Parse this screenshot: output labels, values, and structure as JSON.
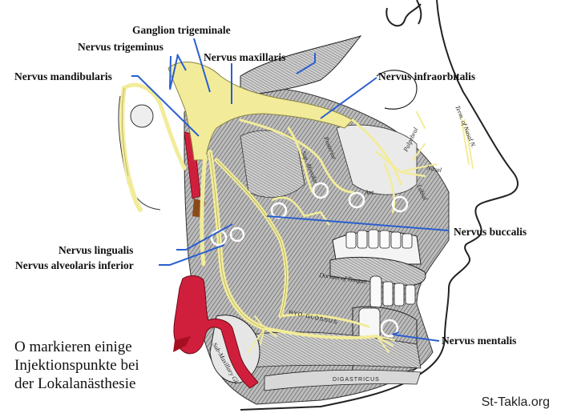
{
  "labels": {
    "ganglion_trigeminale": "Ganglion trigeminale",
    "nervus_trigeminus": "Nervus trigeminus",
    "nervus_maxillaris": "Nervus maxillaris",
    "nervus_mandibularis": "Nervus mandibularis",
    "nervus_infraorbitalis": "Nervus infraorbitalis",
    "nervus_buccalis": "Nervus buccalis",
    "nervus_lingualis": "Nervus  lingualis",
    "nervus_alveolaris_inferior": "Nervus alveolaris inferior",
    "nervus_mentalis": "Nervus mentalis"
  },
  "engraving_labels": {
    "dorsum": "Dorsum of Tongue.",
    "hyo_glossus": "HYO-GLOSSUS",
    "digastricus": "DIGASTRICUS",
    "sub_maxillary": "Sub-Maxillary Gl.",
    "posterior": "Posterior",
    "sup_alveolar": "Sup. Alveolar",
    "palpebral": "Palpebral",
    "nasal": "Nasal",
    "labial": "Labial",
    "ant": "Ant.",
    "terminal_nasal": "Term. of Nasal N."
  },
  "note": {
    "line1": "O markieren einige",
    "line2": "Injektionspunkte bei",
    "line3": "der Lokalanästhesie"
  },
  "watermark": "St-Takla.org",
  "colors": {
    "nerve": "#f2ec9a",
    "nerve_outline": "#8a8240",
    "pointer": "#2a5fcf",
    "artery": "#d01f3c",
    "muscle": "#9b9b9b",
    "injection_marker": "#ffffff"
  }
}
